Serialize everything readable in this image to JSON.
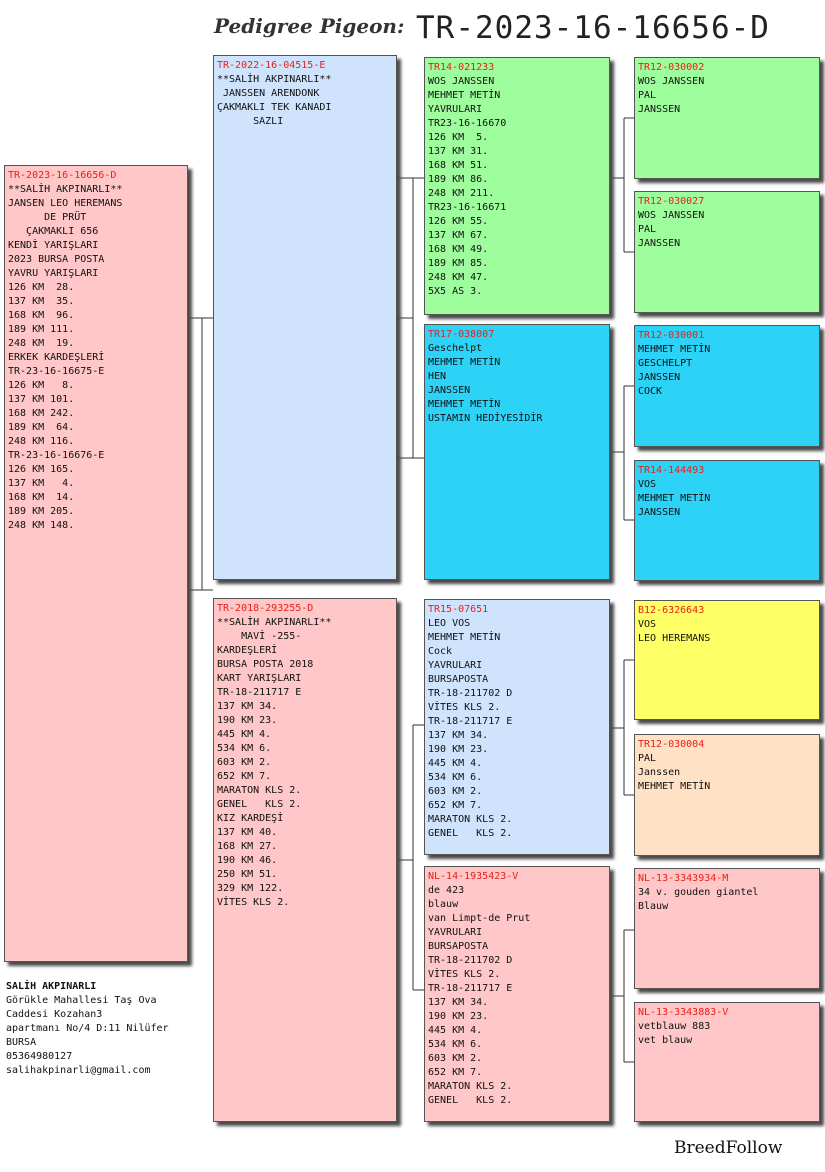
{
  "header": {
    "label": "Pedigree Pigeon:",
    "ring": "TR-2023-16-16656-D"
  },
  "subject": {
    "ring": "TR-2023-16-16656-D",
    "lines": [
      "**SALİH AKPINARLI**",
      "JANSEN LEO HEREMANS",
      "      DE PRÜT",
      "   ÇAKMAKLI 656",
      "KENDİ YARIŞLARI",
      "2023 BURSA POSTA",
      "YAVRU YARIŞLARI",
      "126 KM  28.",
      "137 KM  35.",
      "168 KM  96.",
      "189 KM 111.",
      "248 KM  19.",
      "ERKEK KARDEŞLERİ",
      "TR-23-16-16675-E",
      "126 KM   8.",
      "137 KM 101.",
      "168 KM 242.",
      "189 KM  64.",
      "248 KM 116.",
      "TR-23-16-16676-E",
      "126 KM 165.",
      "137 KM   4.",
      "168 KM  14.",
      "189 KM 205.",
      "248 KM 148."
    ]
  },
  "sire": {
    "ring": "TR-2022-16-04515-E",
    "lines": [
      "**SALİH AKPINARLI**",
      " JANSSEN ARENDONK",
      "ÇAKMAKLI TEK KANADI",
      "      SAZLI"
    ]
  },
  "dam": {
    "ring": "TR-2018-293255-D",
    "lines": [
      "**SALİH AKPINARLI**",
      "    MAVİ -255-",
      "KARDEŞLERİ",
      "BURSA POSTA 2018",
      "KART YARIŞLARI",
      "TR-18-211717 E",
      "137 KM 34.",
      "190 KM 23.",
      "445 KM 4.",
      "534 KM 6.",
      "603 KM 2.",
      "652 KM 7.",
      "MARATON KLS 2.",
      "GENEL   KLS 2.",
      "KIZ KARDEŞİ",
      "137 KM 40.",
      "168 KM 27.",
      "190 KM 46.",
      "250 KM 51.",
      "329 KM 122.",
      "VİTES KLS 2."
    ]
  },
  "ss": {
    "ring": "TR14-021233",
    "lines": [
      "WOS JANSSEN",
      "MEHMET METİN",
      "YAVRULARI",
      "TR23-16-16670",
      "126 KM  5.",
      "137 KM 31.",
      "168 KM 51.",
      "189 KM 86.",
      "248 KM 211.",
      "TR23-16-16671",
      "126 KM 55.",
      "137 KM 67.",
      "168 KM 49.",
      "189 KM 85.",
      "248 KM 47.",
      "5X5 AS 3."
    ]
  },
  "sd": {
    "ring": "TR17-038007",
    "lines": [
      "Geschelpt",
      "MEHMET METİN",
      "HEN",
      "JANSSEN",
      "MEHMET METİN",
      "USTAMIN HEDİYESİDİR"
    ]
  },
  "ds": {
    "ring": "TR15-07651",
    "lines": [
      "LEO VOS",
      "MEHMET METİN",
      "Cock",
      "YAVRULARI",
      "BURSAPOSTA",
      "TR-18-211702 D",
      "VİTES KLS 2.",
      "TR-18-211717 E",
      "137 KM 34.",
      "190 KM 23.",
      "445 KM 4.",
      "534 KM 6.",
      "603 KM 2.",
      "652 KM 7.",
      "MARATON KLS 2.",
      "GENEL   KLS 2."
    ]
  },
  "dd": {
    "ring": "NL-14-1935423-V",
    "lines": [
      "de 423",
      "blauw",
      "van Limpt-de Prut",
      "YAVRULARI",
      "BURSAPOSTA",
      "TR-18-211702 D",
      "VİTES KLS 2.",
      "TR-18-211717 E",
      "137 KM 34.",
      "190 KM 23.",
      "445 KM 4.",
      "534 KM 6.",
      "603 KM 2.",
      "652 KM 7.",
      "MARATON KLS 2.",
      "GENEL   KLS 2."
    ]
  },
  "sss": {
    "ring": "TR12-030002",
    "lines": [
      "WOS JANSSEN",
      "PAL",
      "JANSSEN"
    ]
  },
  "ssd": {
    "ring": "TR12-030027",
    "lines": [
      "WOS JANSSEN",
      "PAL",
      "JANSSEN"
    ]
  },
  "sds": {
    "ring": "TR12-030001",
    "lines": [
      "MEHMET METİN",
      "GESCHELPT",
      "JANSSEN",
      "COCK"
    ]
  },
  "sdd": {
    "ring": "TR14-144493",
    "lines": [
      "VOS",
      "MEHMET METİN",
      "JANSSEN"
    ]
  },
  "dss": {
    "ring": "B12-6326643",
    "lines": [
      "VOS",
      "LEO HEREMANS"
    ]
  },
  "dsd": {
    "ring": "TR12-030004",
    "lines": [
      "PAL",
      "Janssen",
      "MEHMET METİN"
    ]
  },
  "dds": {
    "ring": "NL-13-3343934-M",
    "lines": [
      "34 v. gouden giantel",
      "Blauw"
    ]
  },
  "ddd": {
    "ring": "NL-13-3343883-V",
    "lines": [
      "vetblauw 883",
      "vet blauw"
    ]
  },
  "owner": {
    "name": "SALİH AKPINARLI",
    "lines": [
      "Görükle Mahallesi Taş Ova",
      "Caddesi Kozahan3",
      "apartmanı No/4 D:11 Nilüfer",
      "BURSA",
      "05364980127",
      "salihakpinarli@gmail.com"
    ]
  },
  "footer": {
    "brand": "BreedFollow"
  }
}
